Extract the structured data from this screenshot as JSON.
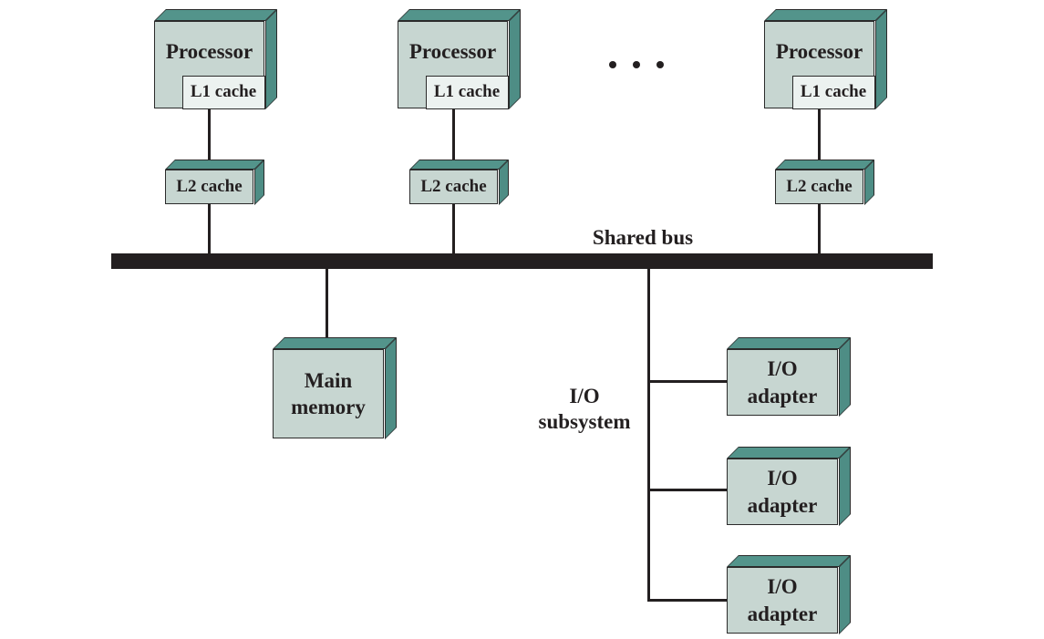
{
  "palette": {
    "face": "#c7d6d1",
    "face-light": "#ecf2f0",
    "teal-top": "#53948b",
    "teal-side": "#4e8d85",
    "edge": "#2b2b2b",
    "ink": "#231f20"
  },
  "icons": {
    "more_processors": "ellipsis-dots"
  },
  "processors": [
    {
      "label": "Processor",
      "l1": "L1 cache",
      "l2": "L2 cache"
    },
    {
      "label": "Processor",
      "l1": "L1 cache",
      "l2": "L2 cache"
    },
    {
      "label": "Processor",
      "l1": "L1 cache",
      "l2": "L2 cache"
    }
  ],
  "bus": {
    "label": "Shared bus"
  },
  "memory": {
    "line1": "Main",
    "line2": "memory"
  },
  "io_subsystem": {
    "line1": "I/O",
    "line2": "subsystem"
  },
  "adapters": [
    {
      "line1": "I/O",
      "line2": "adapter"
    },
    {
      "line1": "I/O",
      "line2": "adapter"
    },
    {
      "line1": "I/O",
      "line2": "adapter"
    }
  ]
}
